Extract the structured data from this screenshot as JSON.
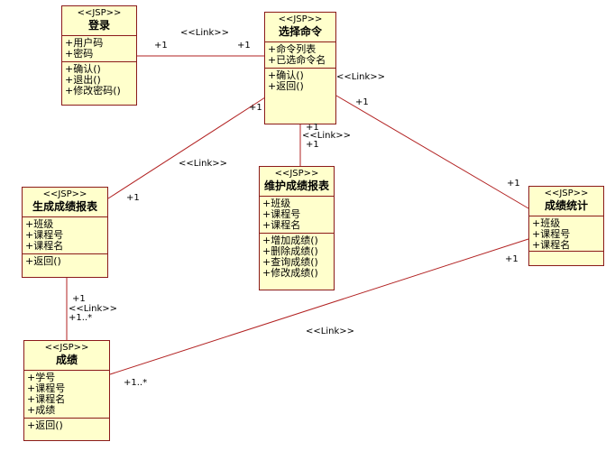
{
  "classes": {
    "login": {
      "stereotype": "<<JSP>>",
      "name": "登录",
      "attributes": [
        "+用户码",
        "+密码"
      ],
      "operations": [
        "+确认()",
        "+退出()",
        "+修改密码()"
      ]
    },
    "select_command": {
      "stereotype": "<<JSP>>",
      "name": "选择命令",
      "attributes": [
        "+命令列表",
        "+已选命令名"
      ],
      "operations": [
        "+确认()",
        "+返回()"
      ]
    },
    "generate_report": {
      "stereotype": "<<JSP>>",
      "name": "生成成绩报表",
      "attributes": [
        "+班级",
        "+课程号",
        "+课程名"
      ],
      "operations": [
        "+返回()"
      ]
    },
    "maintain_report": {
      "stereotype": "<<JSP>>",
      "name": "维护成绩报表",
      "attributes": [
        "+班级",
        "+课程号",
        "+课程名"
      ],
      "operations": [
        "+增加成绩()",
        "+删除成绩()",
        "+查询成绩()",
        "+修改成绩()"
      ]
    },
    "grade_stats": {
      "stereotype": "<<JSP>>",
      "name": "成绩统计",
      "attributes": [
        "+班级",
        "+课程号",
        "+课程名"
      ],
      "operations": []
    },
    "grades": {
      "stereotype": "<<JSP>>",
      "name": "成绩",
      "attributes": [
        "+学号",
        "+课程号",
        "+课程名",
        "+成绩"
      ],
      "operations": [
        "+返回()"
      ]
    }
  },
  "associations": [
    {
      "from": "login",
      "to": "select_command",
      "stereotype": "<<Link>>",
      "from_mult": "+1",
      "to_mult": "+1"
    },
    {
      "from": "select_command",
      "to": "generate_report",
      "stereotype": "<<Link>>",
      "from_mult": "+1",
      "to_mult": "+1"
    },
    {
      "from": "select_command",
      "to": "maintain_report",
      "stereotype": "<<Link>>",
      "from_mult": "+1",
      "to_mult": "+1"
    },
    {
      "from": "select_command",
      "to": "grade_stats",
      "stereotype": "<<Link>>",
      "from_mult": "+1",
      "to_mult": "+1"
    },
    {
      "from": "generate_report",
      "to": "grades",
      "stereotype": "<<Link>>",
      "from_mult": "+1",
      "to_mult": "+1..*"
    },
    {
      "from": "grade_stats",
      "to": "grades",
      "stereotype": "<<Link>>",
      "from_mult": "+1",
      "to_mult": "+1..*"
    }
  ],
  "colors": {
    "fill": "#ffffcc",
    "border": "#8b1a1a",
    "line": "#b22222"
  }
}
